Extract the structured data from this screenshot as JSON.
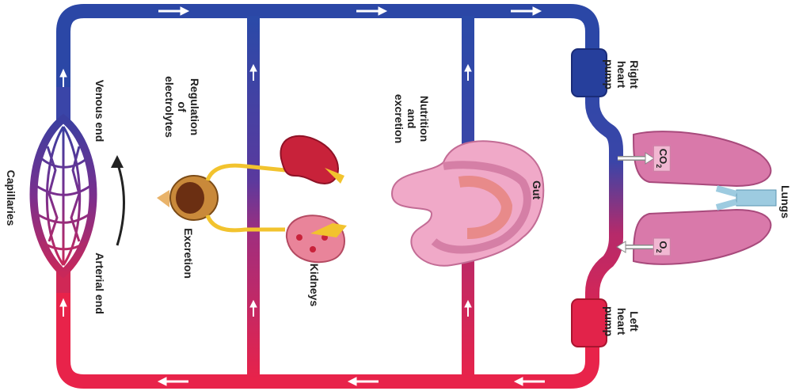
{
  "labels": {
    "capillaries": "Capillaries",
    "venous_end": "Venous end",
    "arterial_end": "Arterial end",
    "regulation": [
      "Regulation",
      "of",
      "electrolytes"
    ],
    "excretion": "Excretion",
    "kidneys": "Kidneys",
    "nutrition": [
      "Nutrition",
      "and",
      "excretion"
    ],
    "gut": "Gut",
    "right_heart": [
      "Right",
      "heart",
      "pump"
    ],
    "left_heart": [
      "Left",
      "heart",
      "pump"
    ],
    "lungs": "Lungs",
    "co2": "CO",
    "co2_sub": "2",
    "o2": "O",
    "o2_sub": "2"
  },
  "colors": {
    "venous": "#2b3f9a",
    "arterial": "#e2234a",
    "mixed": "#7a2f8e",
    "organ_pink": "#e98bbd",
    "kidney_red": "#c8223a",
    "fat_yellow": "#f2c32e",
    "trachea": "#9dcbe0"
  }
}
